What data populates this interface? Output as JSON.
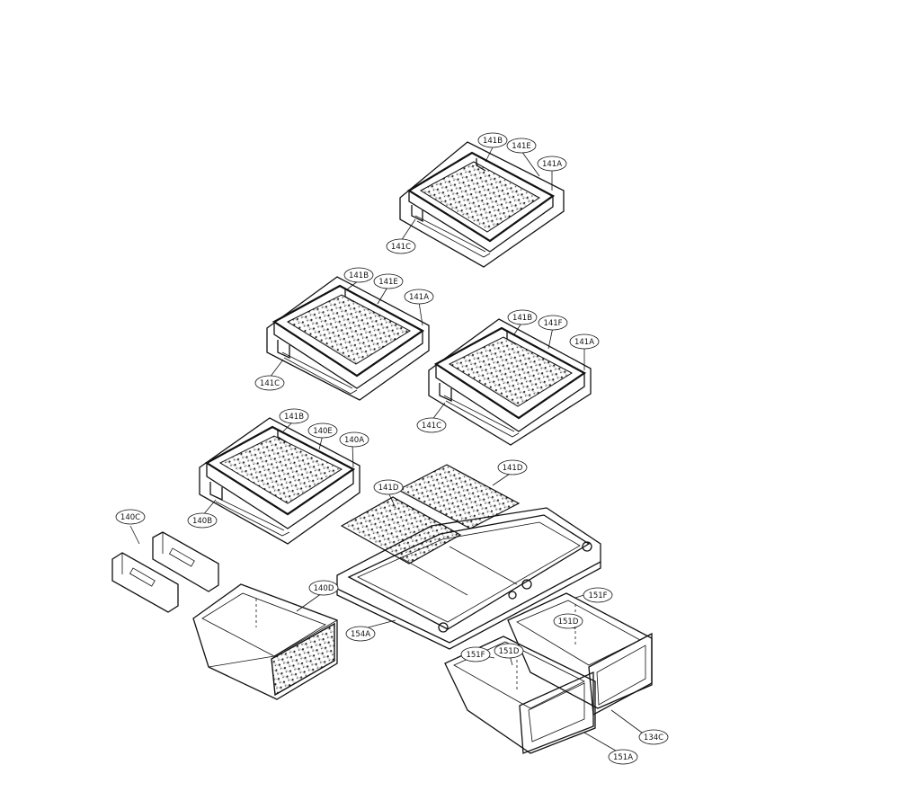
{
  "labels": {
    "s1_b": "141B",
    "s1_e": "141E",
    "s1_a": "141A",
    "s1_c": "141C",
    "s2_b": "141B",
    "s2_e": "141E",
    "s2_a": "141A",
    "s2_c": "141C",
    "s3_b": "141B",
    "s3_f": "141F",
    "s3_a": "141A",
    "s3_c": "141C",
    "s4_b": "141B",
    "s4_e": "140E",
    "s4_a": "140A",
    "s4_c": "140B",
    "cover_c": "140C",
    "glass_1": "141D",
    "glass_2": "141D",
    "drawer_l": "140D",
    "frame": "154A",
    "frame_f": "151F",
    "drawer_d1": "151D",
    "drawer_f2": "151F",
    "drawer_d2": "151D",
    "drawer_cover": "134C",
    "drawer_a": "151A"
  }
}
